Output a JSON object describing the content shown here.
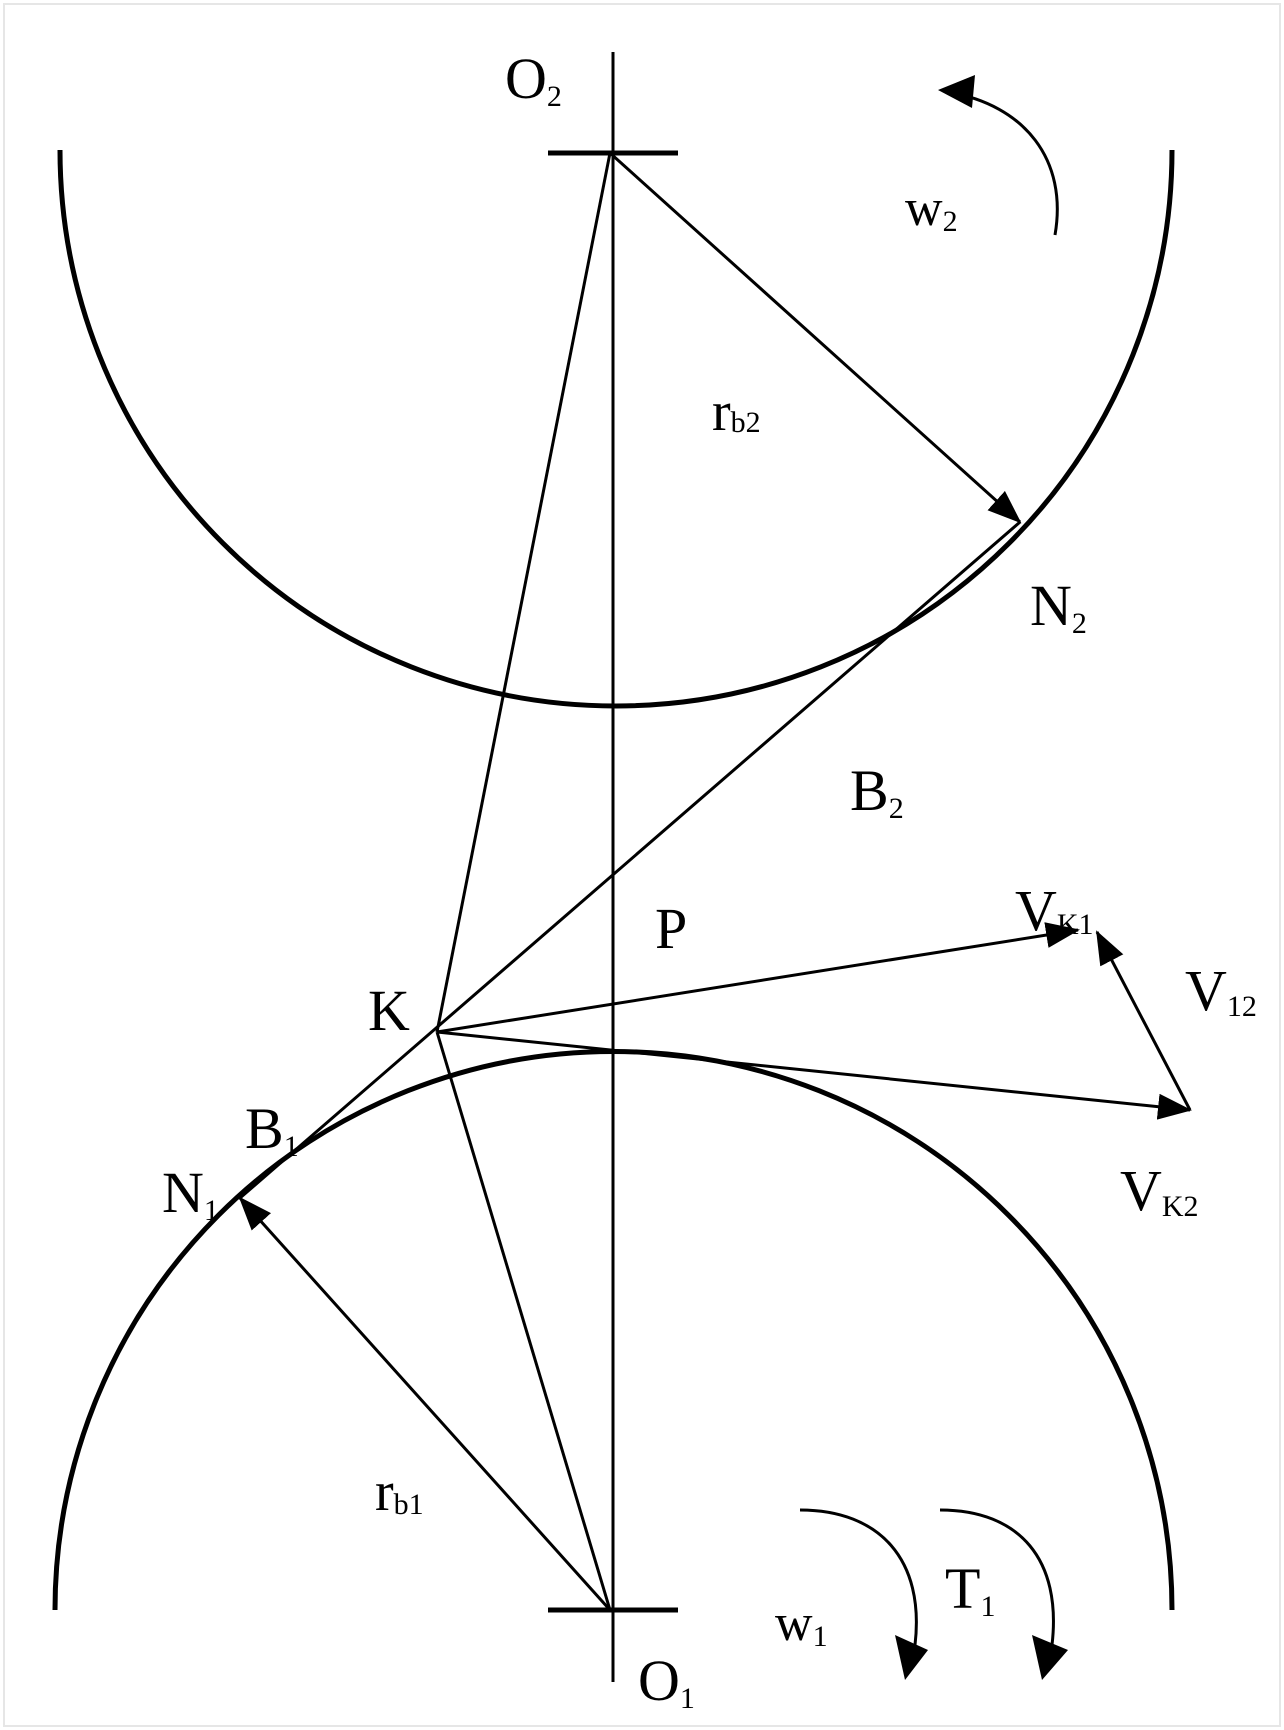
{
  "labels": {
    "O2": {
      "main": "O",
      "sub": "2"
    },
    "O1": {
      "main": "O",
      "sub": "1"
    },
    "w2": {
      "main": "w",
      "sub": "2"
    },
    "w1": {
      "main": "w",
      "sub": "1"
    },
    "T1": {
      "main": "T",
      "sub": "1"
    },
    "rb2": {
      "main": "r",
      "sub": "b2"
    },
    "rb1": {
      "main": "r",
      "sub": "b1"
    },
    "N2": {
      "main": "N",
      "sub": "2"
    },
    "N1": {
      "main": "N",
      "sub": "1"
    },
    "B2": {
      "main": "B",
      "sub": "2"
    },
    "B1": {
      "main": "B",
      "sub": "1"
    },
    "P": {
      "main": "P"
    },
    "K": {
      "main": "K"
    },
    "VK1": {
      "main": "V",
      "sub": "K1"
    },
    "V12": {
      "main": "V",
      "sub": "12"
    },
    "VK2": {
      "main": "V",
      "sub": "K2"
    }
  },
  "colors": {
    "stroke": "#000000",
    "background": "#ffffff"
  }
}
